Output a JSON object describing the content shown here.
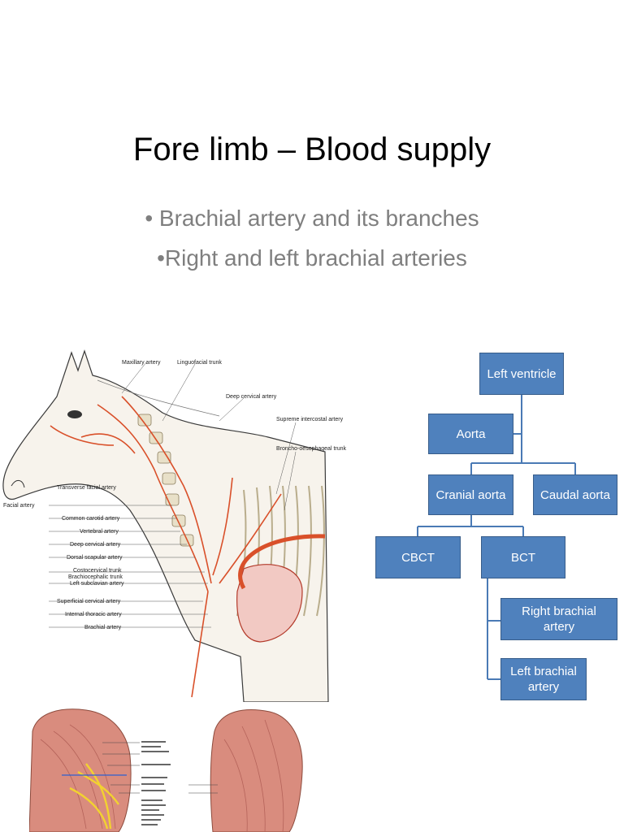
{
  "slide": {
    "title": "Fore limb – Blood supply",
    "bullets": [
      "• Brachial artery and its branches",
      "•Right and left brachial arteries"
    ]
  },
  "horse_figure": {
    "top_labels": [
      "Maxillary artery",
      "Linguofacial trunk",
      "Deep cervical artery",
      "Supreme intercostal artery",
      "Broncho-oesophageal trunk",
      "Transverse facial artery"
    ],
    "side_labels": [
      "Facial artery",
      "Common carotid artery",
      "Vertebral artery",
      "Deep cervical artery",
      "Dorsal scapular artery",
      "Costocervical trunk",
      "Brachiocephalic trunk",
      "Left subclavian artery",
      "Superficial cervical artery",
      "Internal thoracic artery",
      "Brachial artery"
    ]
  },
  "flowchart": {
    "nodes": {
      "left_ventricle": "Left ventricle",
      "aorta": "Aorta",
      "cranial_aorta": "Cranial aorta",
      "caudal_aorta": "Caudal aorta",
      "cbct": "CBCT",
      "bct": "BCT",
      "right_brachial": "Right  brachial artery",
      "left_brachial": "Left brachial artery"
    },
    "colors": {
      "box_fill": "#4f81bd",
      "box_border": "#385d8a",
      "connector": "#4a7ab5"
    }
  }
}
